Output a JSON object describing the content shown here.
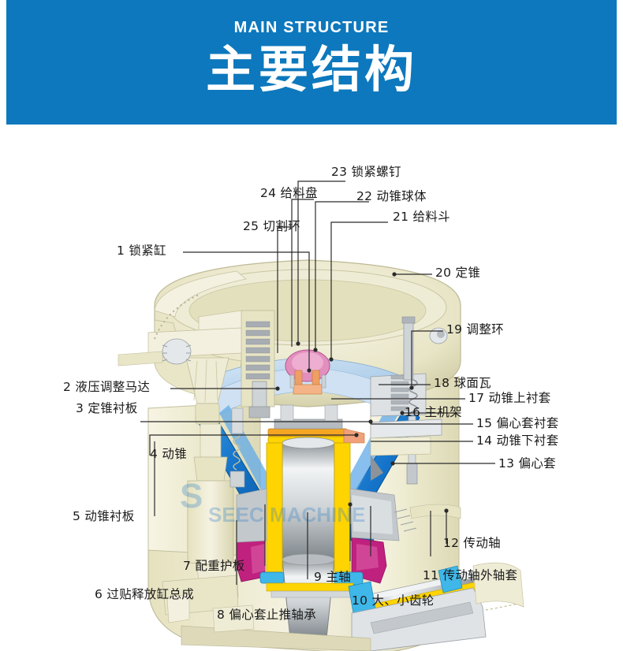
{
  "header": {
    "subtitle": "MAIN STRUCTURE",
    "title": "主要结构",
    "background_color": "#0d78bd",
    "text_color": "#ffffff"
  },
  "diagram": {
    "name": "cone-crusher-cutaway",
    "description": "圆锥破碎机主要结构剖视图",
    "watermark": "SEEC MACHINE",
    "colors": {
      "body_cream": "#eeeacb",
      "body_cream_light": "#f6f3e0",
      "steel_light": "#e3e6e8",
      "steel_mid": "#b9bec2",
      "steel_dark": "#8d9398",
      "accent_blue": "#1b7fd4",
      "accent_blue_light": "#b7d4ee",
      "accent_yellow": "#ffd400",
      "accent_orange": "#f5a623",
      "accent_magenta": "#c0217f",
      "accent_pink": "#e48ab8",
      "accent_cyan": "#3fb7e8",
      "outline": "#555555"
    }
  },
  "callouts": [
    {
      "num": "1",
      "text": "1 锁紧缸",
      "side": "left"
    },
    {
      "num": "2",
      "text": "2 液压调整马达",
      "side": "left"
    },
    {
      "num": "3",
      "text": "3 定锥衬板",
      "side": "left"
    },
    {
      "num": "4",
      "text": "4 动锥",
      "side": "left"
    },
    {
      "num": "5",
      "text": "5 动锥衬板",
      "side": "left"
    },
    {
      "num": "6",
      "text": "6 过贴释放缸总成",
      "side": "bottom"
    },
    {
      "num": "7",
      "text": "7 配重护板",
      "side": "bottom"
    },
    {
      "num": "8",
      "text": "8 偏心套止推轴承",
      "side": "bottom"
    },
    {
      "num": "9",
      "text": "9 主轴",
      "side": "bottom"
    },
    {
      "num": "10",
      "text": "10 大、小齿轮",
      "side": "bottom"
    },
    {
      "num": "11",
      "text": "11 传动轴外轴套",
      "side": "bottom"
    },
    {
      "num": "12",
      "text": "12 传动轴",
      "side": "right"
    },
    {
      "num": "13",
      "text": "13 偏心套",
      "side": "right"
    },
    {
      "num": "14",
      "text": "14 动锥下衬套",
      "side": "right"
    },
    {
      "num": "15",
      "text": "15 偏心套衬套",
      "side": "right"
    },
    {
      "num": "16",
      "text": "16 主机架",
      "side": "right"
    },
    {
      "num": "17",
      "text": "17 动锥上衬套",
      "side": "right"
    },
    {
      "num": "18",
      "text": "18 球面瓦",
      "side": "right"
    },
    {
      "num": "19",
      "text": "19 调整环",
      "side": "right"
    },
    {
      "num": "20",
      "text": "20 定锥",
      "side": "right"
    },
    {
      "num": "21",
      "text": "21 给料斗",
      "side": "top"
    },
    {
      "num": "22",
      "text": "22 动锥球体",
      "side": "top"
    },
    {
      "num": "23",
      "text": "23 锁紧螺钉",
      "side": "top"
    },
    {
      "num": "24",
      "text": "24 给料盘",
      "side": "top"
    },
    {
      "num": "25",
      "text": "25 切割环",
      "side": "top"
    }
  ]
}
